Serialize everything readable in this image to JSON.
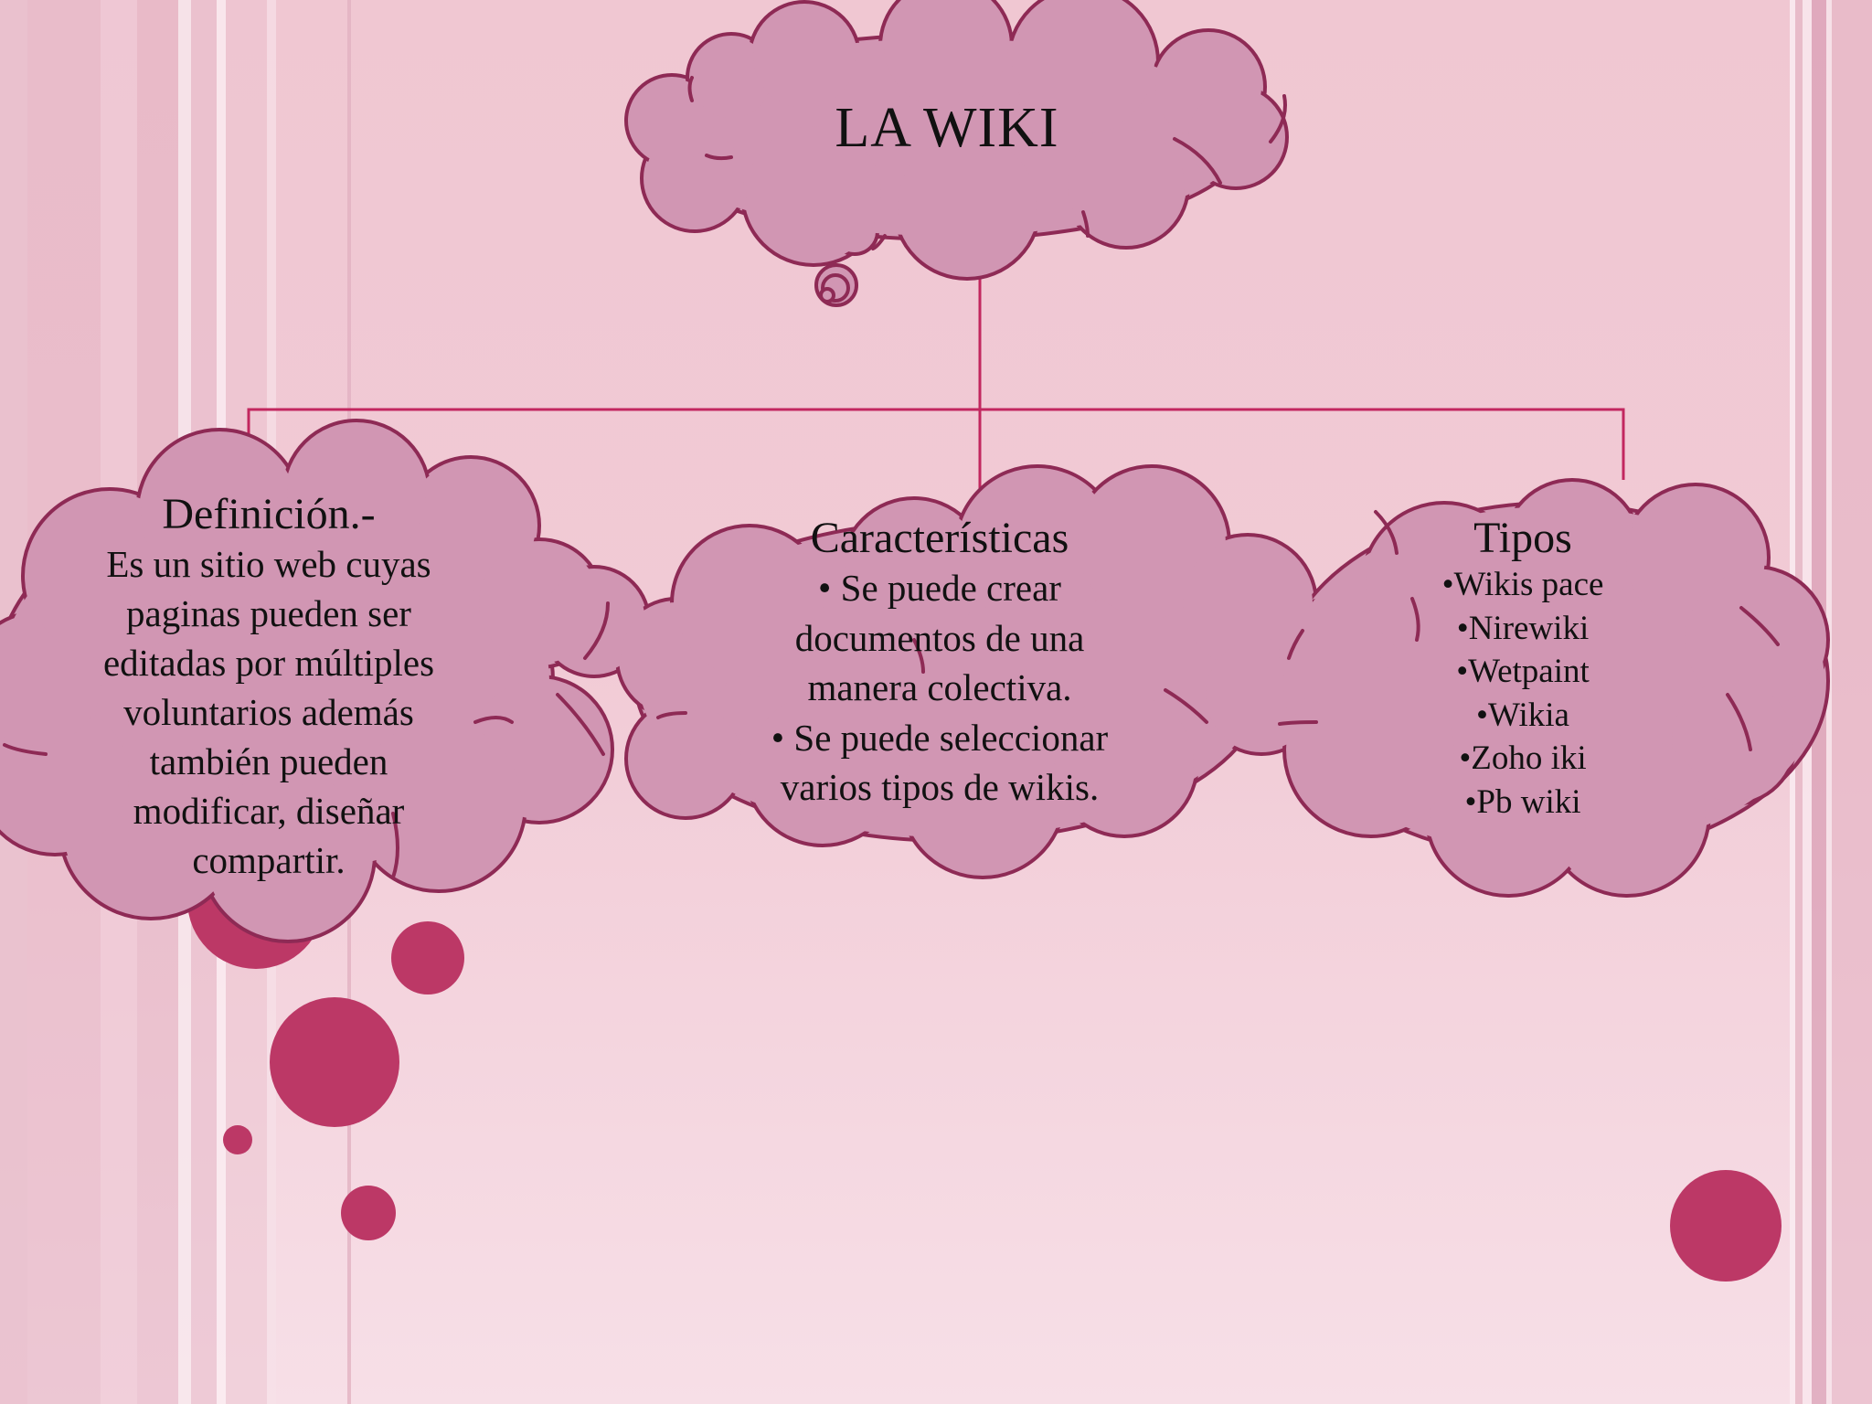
{
  "colors": {
    "background_top": "#f0c7d2",
    "background_bottom": "#f7dee6",
    "cloud_fill": "#d196b3",
    "cloud_stroke": "#8e2a55",
    "connector": "#c2275f",
    "dot_fill": "#bc3866",
    "text": "#111111"
  },
  "root": {
    "label": "LA WIKI"
  },
  "nodes": [
    {
      "id": "definicion",
      "title": "Definición.-",
      "lines": [
        "Es un sitio web  cuyas",
        "paginas pueden ser",
        "editadas por múltiples",
        "voluntarios además",
        "también pueden",
        "modificar, diseñar",
        "compartir."
      ]
    },
    {
      "id": "caracteristicas",
      "title": "Características",
      "lines": [
        "• Se puede crear",
        "documentos de una",
        "manera colectiva.",
        "• Se puede seleccionar",
        "varios tipos de wikis."
      ]
    },
    {
      "id": "tipos",
      "title": "Tipos",
      "lines": [
        "•Wikis pace",
        "•Nirewiki",
        "•Wetpaint",
        "•Wikia",
        "•Zoho iki",
        "•Pb wiki"
      ]
    }
  ]
}
